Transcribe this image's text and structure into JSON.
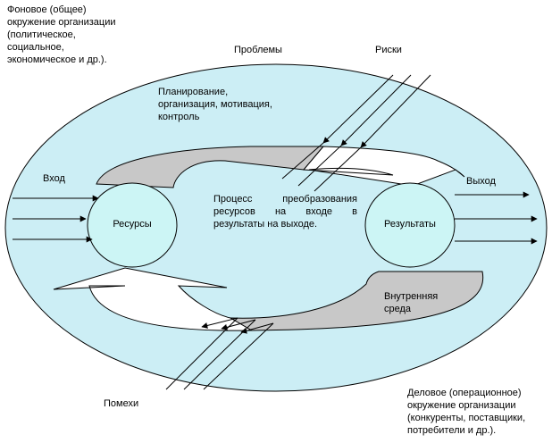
{
  "colors": {
    "environment_fill": "#cceef5",
    "node_fill": "#ccf5f5",
    "shaded_arrow": "#c8c8c8",
    "white_arrow": "#ffffff",
    "stroke": "#000000"
  },
  "labels": {
    "general_environment": "Фоновое (общее)\nокружение организации\n(политическое,\nсоциальное,\nэкономическое и др.).",
    "problems": "Проблемы",
    "risks": "Риски",
    "management": "Планирование,\nорганизация,      мотивация,\nконтроль",
    "input": "Вход",
    "output": "Выход",
    "resources": "Ресурсы",
    "results": "Результаты",
    "process": "Процесс преобразования ресурсов на входе в результаты на выходе.",
    "internal_environment": "Внутренняя\nсреда",
    "interference": "Помехи",
    "business_environment": "Деловое (операционное)\nокружение организации\n(конкуренты, поставщики,\nпотребители и др.)."
  }
}
